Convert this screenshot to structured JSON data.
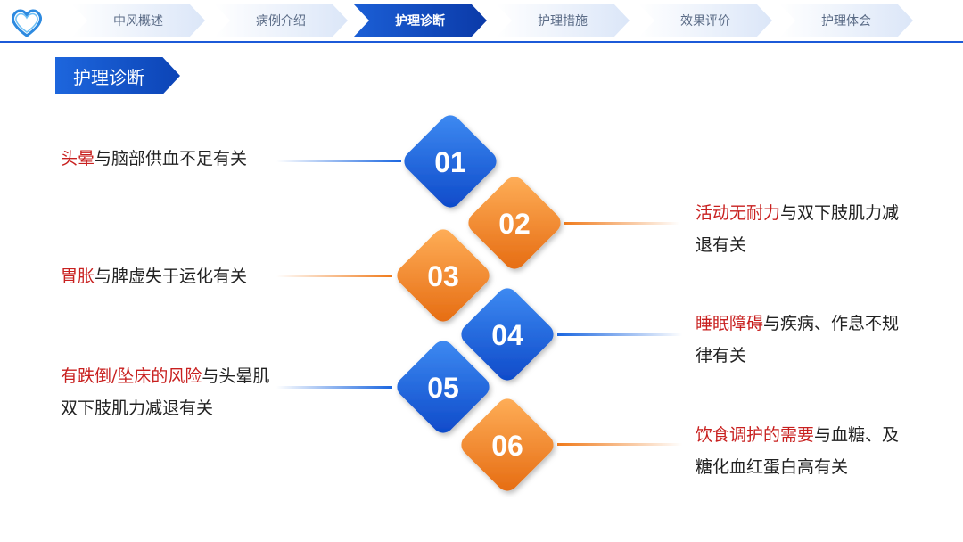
{
  "nav": {
    "tabs": [
      {
        "label": "中风概述",
        "active": false
      },
      {
        "label": "病例介绍",
        "active": false
      },
      {
        "label": "护理诊断",
        "active": true
      },
      {
        "label": "护理措施",
        "active": false
      },
      {
        "label": "效果评价",
        "active": false
      },
      {
        "label": "护理体会",
        "active": false
      }
    ]
  },
  "section_title": "护理诊断",
  "items": [
    {
      "num": "01",
      "color": "blue",
      "highlight": "头晕",
      "rest": "与脑部供血不足有关"
    },
    {
      "num": "02",
      "color": "orange",
      "highlight": "活动无耐力",
      "rest": "与双下肢肌力减退有关"
    },
    {
      "num": "03",
      "color": "orange",
      "highlight": "胃胀",
      "rest": "与脾虚失于运化有关"
    },
    {
      "num": "04",
      "color": "blue",
      "highlight": "睡眠障碍",
      "rest": "与疾病、作息不规律有关"
    },
    {
      "num": "05",
      "color": "blue",
      "highlight": "有跌倒/坠床的风险",
      "rest": "与头晕肌双下肢肌力减退有关"
    },
    {
      "num": "06",
      "color": "orange",
      "highlight": "饮食调护的需要",
      "rest": "与血糖、及糖化血红蛋白高有关"
    }
  ],
  "colors": {
    "blue": "#1a66e0",
    "orange": "#f07a1a",
    "accent": "#1c5ad8",
    "highlight": "#c8201f"
  }
}
